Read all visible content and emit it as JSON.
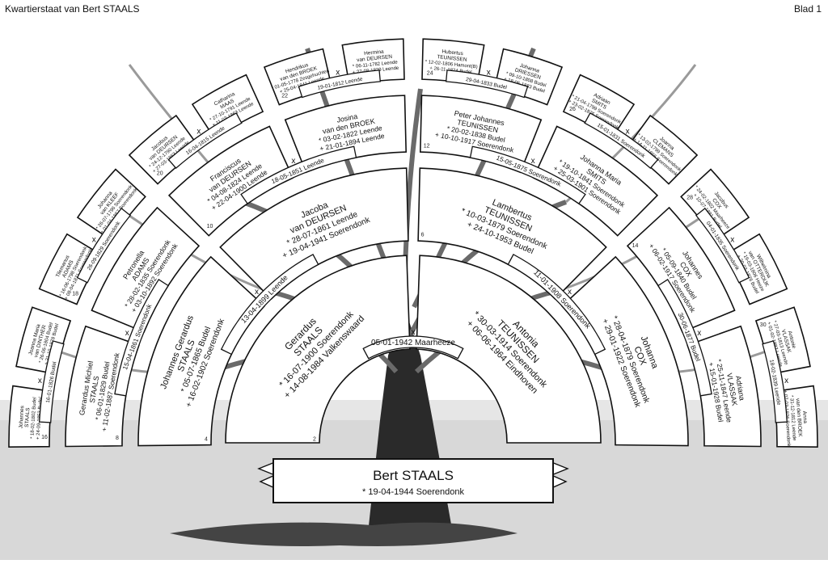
{
  "header": {
    "title": "Kwartierstaat van Bert STAALS",
    "sheet": "Blad 1"
  },
  "root": {
    "name": "Bert STAALS",
    "birth": "* 19-04-1944 Soerendonk"
  },
  "people": [
    {
      "id": "2",
      "lines": [
        "Gerardus",
        "STAALS",
        "* 16-07-1900 Soerendonk",
        "+ 14-08-1984 Valkenswaard"
      ]
    },
    {
      "id": "3",
      "lines": [
        "Antonia",
        "TEUNISSEN",
        "* 30-03-1914 Soerendonk",
        "+ 06-06-1964 Eindhoven"
      ]
    },
    {
      "id": "4",
      "lines": [
        "Johannes Gerardus",
        "STAALS",
        "* 05-07-1865 Budel",
        "+ 16-02-1902 Soerendonk"
      ]
    },
    {
      "id": "5",
      "lines": [
        "Jacoba",
        "van DEURSEN",
        "* 28-07-1861 Leende",
        "+ 19-04-1941 Soerendonk"
      ]
    },
    {
      "id": "6",
      "lines": [
        "Lambertus",
        "TEUNISSEN",
        "* 10-03-1879 Soerendonk",
        "+ 24-10-1953 Budel"
      ]
    },
    {
      "id": "7",
      "lines": [
        "Johanna",
        "COX",
        "* 28-04-1879 Soerendonk",
        "+ 29-01-1922 Soerendonk"
      ]
    },
    {
      "id": "8",
      "lines": [
        "Gerardus Michiel",
        "STAALS",
        "* 06-01-1829 Budel",
        "+ 11-02-1887 Soerendonk"
      ]
    },
    {
      "id": "9",
      "lines": [
        "Petronella",
        "ADAMS",
        "* 28-02-1835 Soerendonk",
        "+ 03-10-1892 Soerendonk"
      ]
    },
    {
      "id": "10",
      "lines": [
        "Franciscus",
        "van DEURSEN",
        "* 04-08-1824 Leende",
        "+ 22-04-1900 Leende"
      ]
    },
    {
      "id": "11",
      "lines": [
        "Josina",
        "van den BROEK",
        "* 03-02-1822 Leende",
        "+ 21-01-1894 Leende"
      ]
    },
    {
      "id": "12",
      "lines": [
        "Peter Johannes",
        "TEUNISSEN",
        "* 20-02-1838 Budel",
        "+ 10-10-1917 Soerendonk"
      ]
    },
    {
      "id": "13",
      "lines": [
        "Johanna Maria",
        "SMITS",
        "* 19-10-1841 Soerendonk",
        "+ 25-03-1901 Soerendonk"
      ]
    },
    {
      "id": "14",
      "lines": [
        "Johannes",
        "COX",
        "* 05-09-1840 Budel",
        "+ 06-02-1917 Soerendonk"
      ]
    },
    {
      "id": "15",
      "lines": [
        "Adriana",
        "VLASSAK",
        "* 25-11-1847 Leende",
        "+ 15-01-1928 Budel"
      ]
    },
    {
      "id": "16",
      "lines": [
        "Johannes",
        "STAALS",
        "* 18-02-1802 Budel",
        "+ 24-09-1853 Budel"
      ]
    },
    {
      "id": "17",
      "lines": [
        "Joanna Maria",
        "van DINTHER",
        "* 26-06-1804 Budel",
        "+ 31-10-1878 Budel"
      ]
    },
    {
      "id": "18",
      "lines": [
        "Tilemanus",
        "ADAMS",
        "* 16-06-1798 Soerendonk",
        "+ 08-04-1871 Soerendonk"
      ]
    },
    {
      "id": "19",
      "lines": [
        "Johanna",
        "van KLEEF",
        "* 26-07-1796 Soerendonk",
        "+ 01-04-1867 Soerendonk"
      ]
    },
    {
      "id": "20",
      "lines": [
        "Jacobus",
        "van DEURSEN",
        "* 24-12-1790 Leende",
        "+ 27-03-1863 Leende"
      ]
    },
    {
      "id": "21",
      "lines": [
        "Catharina",
        "MAAS",
        "* 27-10-1791 Leende",
        "+ 11-03-1863 Leende"
      ]
    },
    {
      "id": "22",
      "lines": [
        "Hendrikus",
        "van den BROEK",
        "* 01-05-1778 Zesgehuchten",
        "+ 25-04-1841 Leende"
      ]
    },
    {
      "id": "23",
      "lines": [
        "Hermina",
        "van DEURSEN",
        "* 06-11-1782 Leende",
        "+ 27-08-1829 Leende"
      ]
    },
    {
      "id": "24",
      "lines": [
        "Hubertus",
        "TEUNISSEN",
        "* 12-02-1806 Hamont(B)",
        "+ 26-11-1874 Budel"
      ]
    },
    {
      "id": "25",
      "lines": [
        "Johanna",
        "DRIESSEN",
        "* 09-10-1808 Budel",
        "+ 18-05-1883 Budel"
      ]
    },
    {
      "id": "26",
      "lines": [
        "Adriaan",
        "SMITS",
        "* 21-04-1799 Soerendonk",
        "+ 23-02-1875 Soerendonk"
      ]
    },
    {
      "id": "27",
      "lines": [
        "Joanna",
        "CLEMANS",
        "* 13-02-1799 Soerendonk",
        "+ 14-11-1866 Soerendonk"
      ]
    },
    {
      "id": "28",
      "lines": [
        "Jacobus",
        "COX",
        "* 24-02-1802 Maarheeze",
        "+ 10-07-1881 Budel"
      ]
    },
    {
      "id": "29",
      "lines": [
        "Wilhelmina",
        "van OTTERDIJK",
        "* 19-03-1806 Heeze",
        "+ 20-03-1876 Budel"
      ]
    },
    {
      "id": "30",
      "lines": [
        "Antonie",
        "VLASSAK",
        "* 27-03-1813 Leende",
        "+ 01-02-1887 Leende"
      ]
    },
    {
      "id": "31",
      "lines": [
        "Anna",
        "van den BROEK",
        "* 31-12-1812 Leende",
        "+ 07-03-1876 Soerendonk"
      ]
    }
  ],
  "marriages": [
    {
      "id": "m1",
      "text": "05-01-1942 Maarheeze"
    },
    {
      "id": "m2",
      "text": "13-04-1899 Leende"
    },
    {
      "id": "m3",
      "text": "11-01-1908 Soerendonk"
    },
    {
      "id": "m4",
      "text": "15-04-1861 Soerendonk"
    },
    {
      "id": "m5",
      "text": "18-05-1851 Leende"
    },
    {
      "id": "m6",
      "text": "15-05-1875 Soerendonk"
    },
    {
      "id": "m7",
      "text": "30-06-1877 Budel"
    },
    {
      "id": "m8",
      "text": "16-01-1826 Budel"
    },
    {
      "id": "m9",
      "text": "26-09-1829 Soerendonk"
    },
    {
      "id": "m10",
      "text": "16-04-1815 Leende"
    },
    {
      "id": "m11",
      "text": "19-01-1812 Leende"
    },
    {
      "id": "m12",
      "text": "29-04-1833 Budel"
    },
    {
      "id": "m13",
      "text": "15-01-1831 Soerendonk"
    },
    {
      "id": "m14",
      "text": "04-01-1835 Soerendonk"
    },
    {
      "id": "m15",
      "text": "18-02-1839 Leende"
    }
  ],
  "marker": "x"
}
